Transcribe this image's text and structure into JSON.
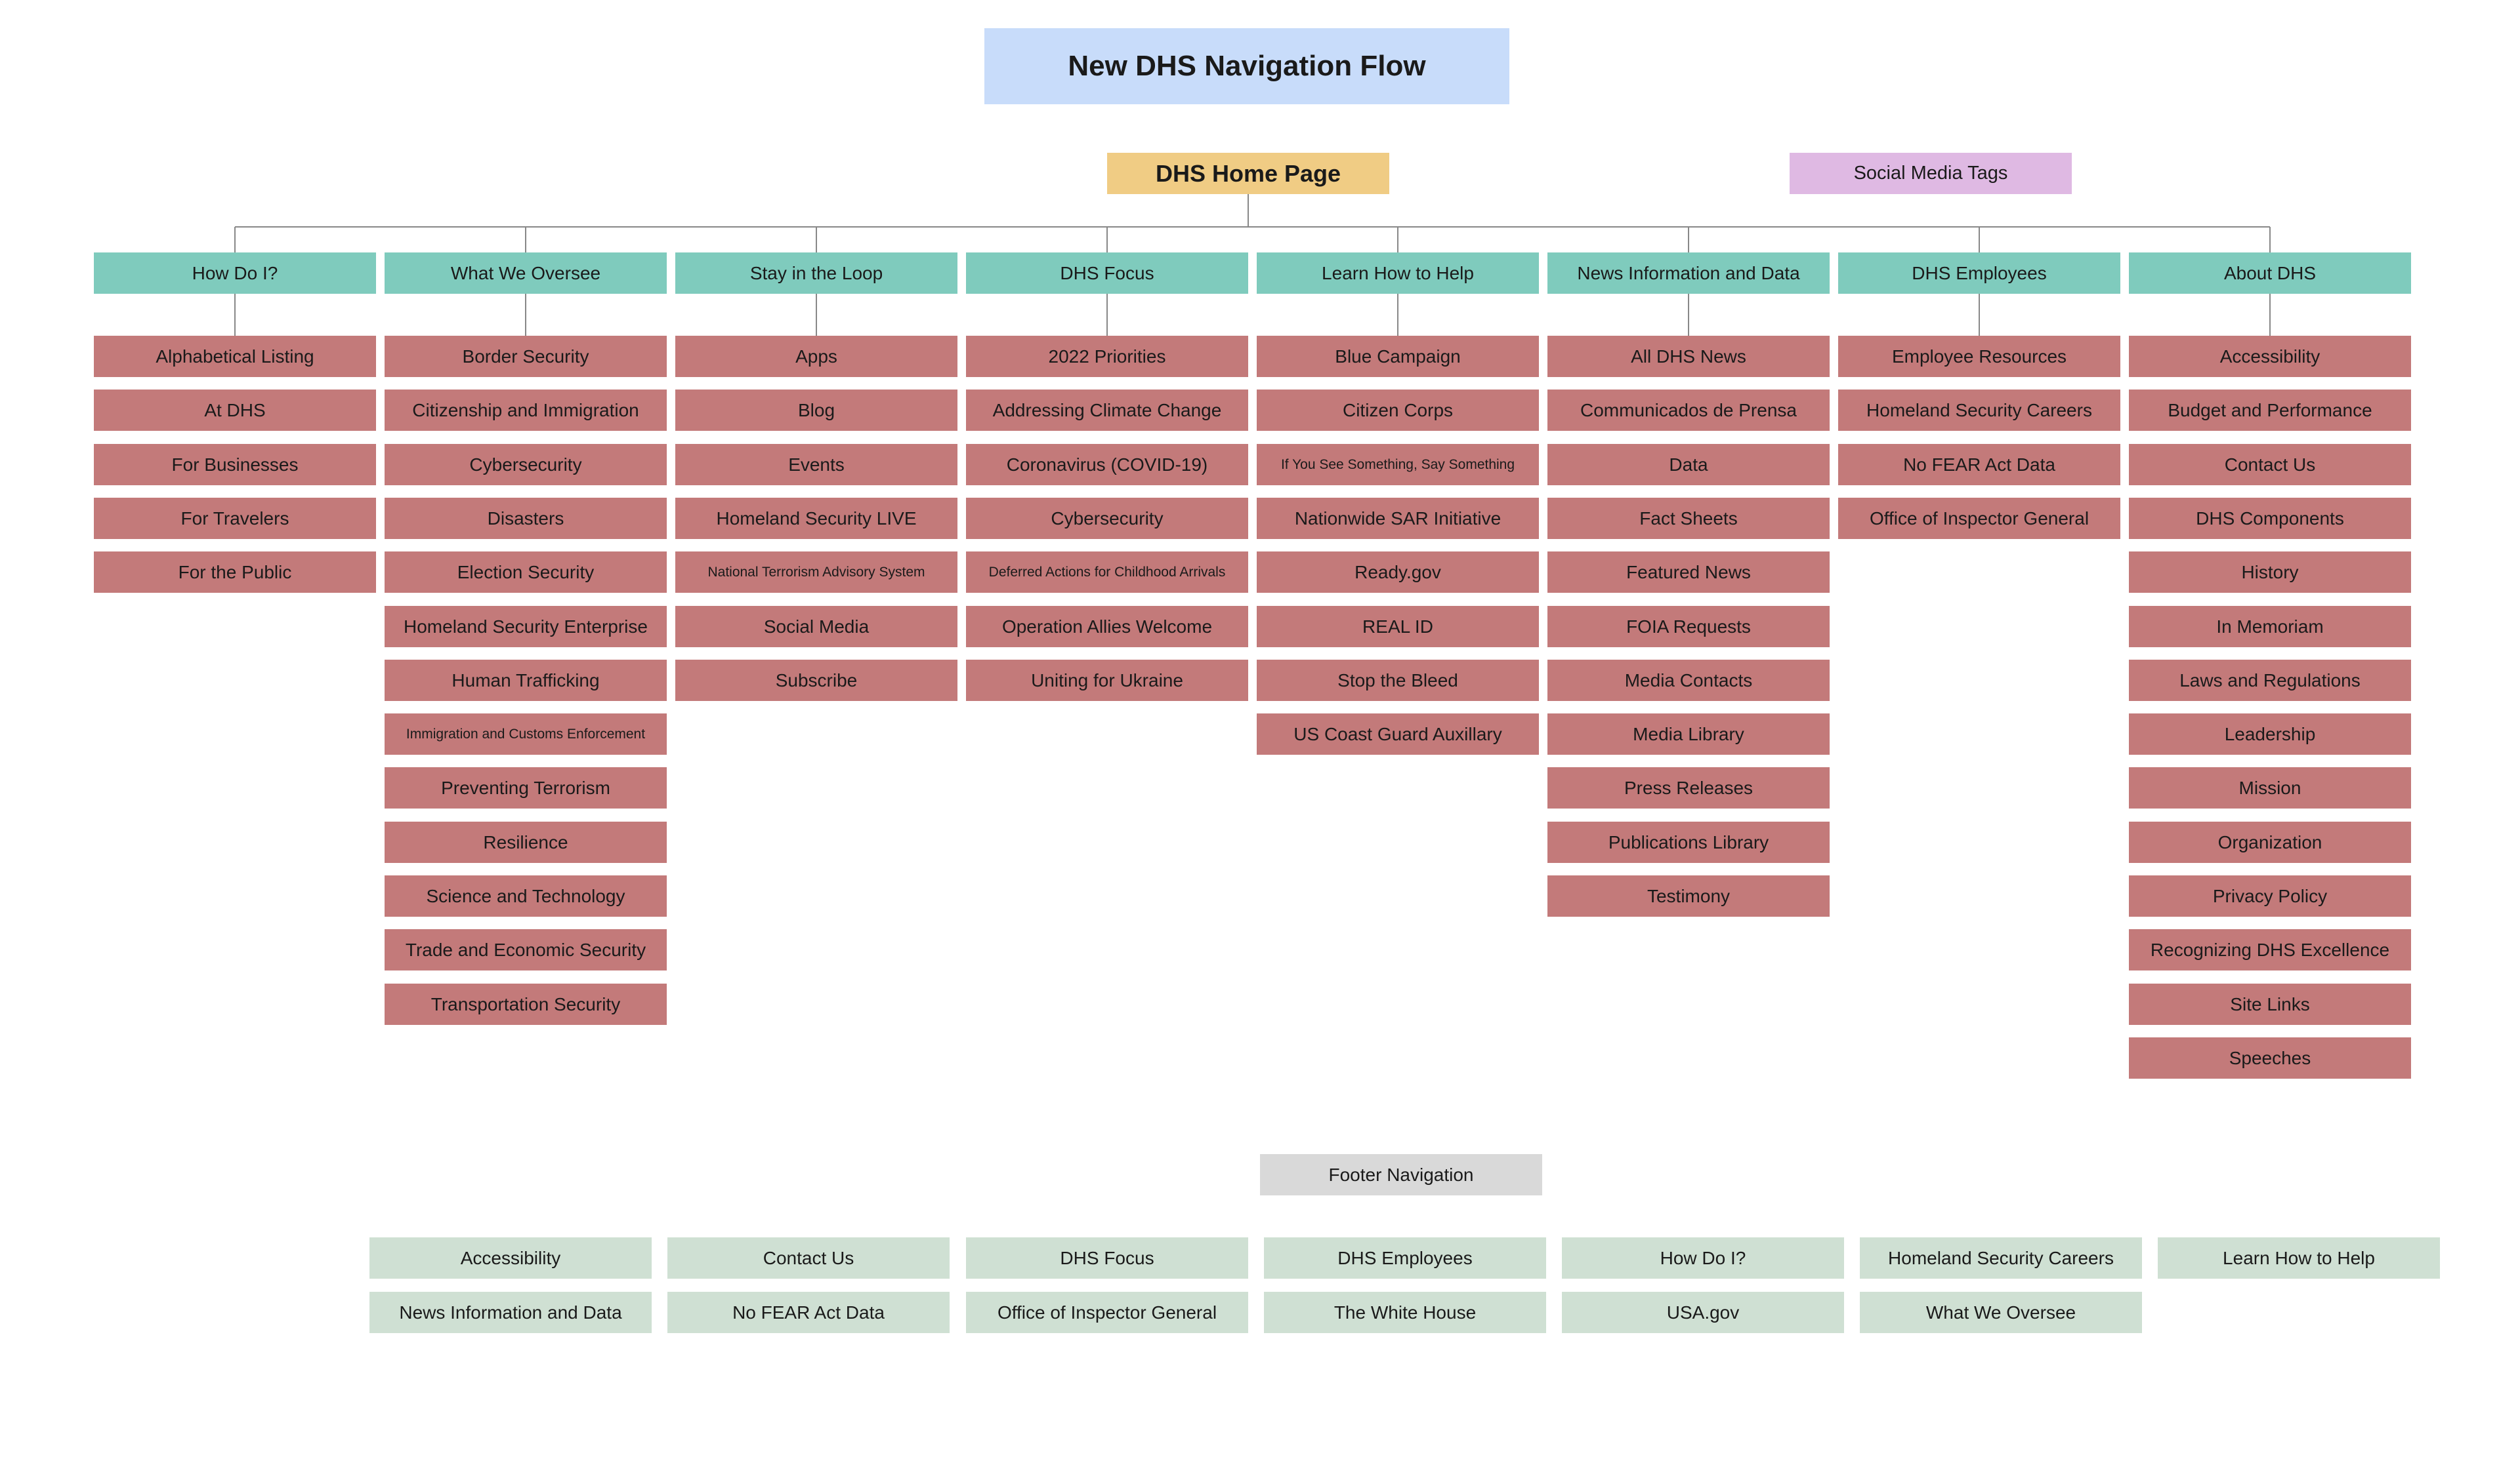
{
  "title": "New DHS Navigation Flow",
  "home": "DHS Home Page",
  "social": "Social Media Tags",
  "colors": {
    "title_bg": "#c8dcfa",
    "home_bg": "#f0cc84",
    "social_bg": "#dfb9e3",
    "category_bg": "#7fcbbd",
    "item_bg": "#c37a7a",
    "footer_title_bg": "#d9d9d9",
    "footer_item_bg": "#cfe0d3",
    "connector": "#888888"
  },
  "categories": [
    {
      "label": "How Do I?",
      "items": [
        "Alphabetical Listing",
        "At DHS",
        "For Businesses",
        "For Travelers",
        "For the Public"
      ]
    },
    {
      "label": "What We Oversee",
      "items": [
        "Border Security",
        "Citizenship and Immigration",
        "Cybersecurity",
        "Disasters",
        "Election Security",
        "Homeland Security Enterprise",
        "Human Trafficking",
        "Immigration and Customs Enforcement",
        "Preventing Terrorism",
        "Resilience",
        "Science and Technology",
        "Trade and Economic Security",
        "Transportation Security"
      ]
    },
    {
      "label": "Stay in the Loop",
      "items": [
        "Apps",
        "Blog",
        "Events",
        "Homeland Security LIVE",
        "National Terrorism Advisory System",
        "Social Media",
        "Subscribe"
      ]
    },
    {
      "label": "DHS Focus",
      "items": [
        "2022 Priorities",
        "Addressing Climate Change",
        "Coronavirus (COVID-19)",
        "Cybersecurity",
        "Deferred Actions for Childhood Arrivals",
        "Operation Allies Welcome",
        "Uniting for Ukraine"
      ]
    },
    {
      "label": "Learn How to Help",
      "items": [
        "Blue Campaign",
        "Citizen Corps",
        "If You See Something, Say Something",
        "Nationwide SAR Initiative",
        "Ready.gov",
        "REAL ID",
        "Stop the Bleed",
        "US Coast Guard Auxillary"
      ]
    },
    {
      "label": "News Information and Data",
      "items": [
        "All DHS News",
        "Communicados de Prensa",
        "Data",
        "Fact Sheets",
        "Featured News",
        "FOIA Requests",
        "Media Contacts",
        "Media Library",
        "Press Releases",
        "Publications Library",
        "Testimony"
      ]
    },
    {
      "label": "DHS Employees",
      "items": [
        "Employee Resources",
        "Homeland Security Careers",
        "No FEAR Act Data",
        "Office of Inspector General"
      ]
    },
    {
      "label": "About DHS",
      "items": [
        "Accessibility",
        "Budget and Performance",
        "Contact Us",
        "DHS Components",
        "History",
        "In Memoriam",
        "Laws and Regulations",
        "Leadership",
        "Mission",
        "Organization",
        "Privacy Policy",
        "Recognizing DHS Excellence",
        "Site Links",
        "Speeches"
      ]
    }
  ],
  "footer": {
    "title": "Footer Navigation",
    "row1": [
      "Accessibility",
      "Contact Us",
      "DHS Focus",
      "DHS Employees",
      "How Do I?",
      "Homeland Security Careers",
      "Learn How to Help"
    ],
    "row2": [
      "News Information and Data",
      "No FEAR Act Data",
      "Office of Inspector General",
      "The White House",
      "USA.gov",
      "What We Oversee"
    ]
  }
}
